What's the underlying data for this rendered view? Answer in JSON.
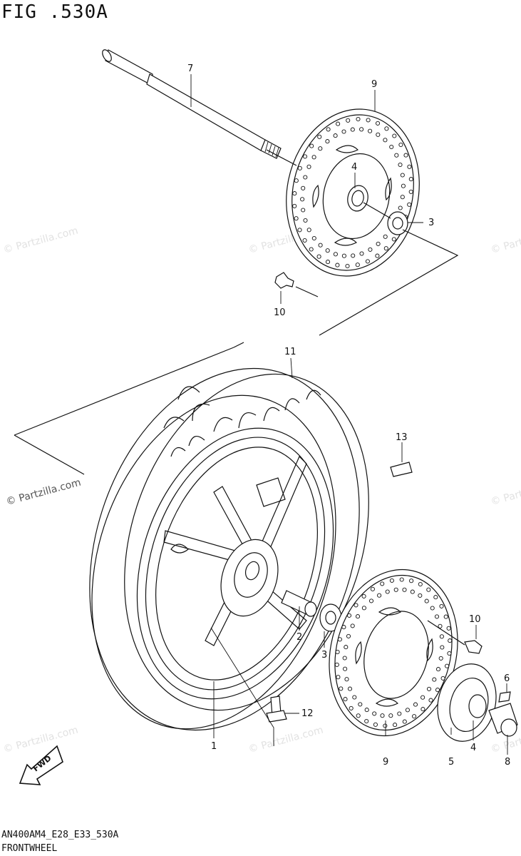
{
  "figure": {
    "title": "FIG .530A",
    "model_code": "AN400AM4_E28_E33_530A",
    "caption": "FRONTWHEEL"
  },
  "callouts": [
    "7",
    "9",
    "4",
    "3",
    "10",
    "11",
    "13",
    "2",
    "3",
    "10",
    "6",
    "12",
    "1",
    "9",
    "5",
    "4",
    "8"
  ],
  "watermark": "© Partzilla.com",
  "fwd_label": "FWD"
}
